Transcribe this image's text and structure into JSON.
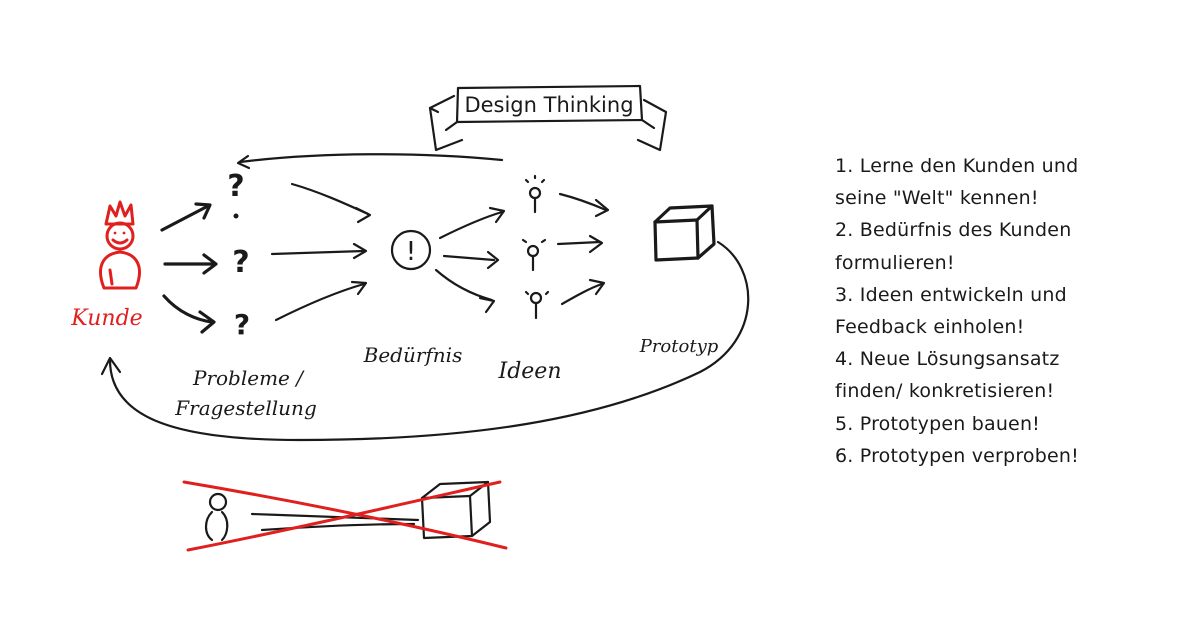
{
  "banner": {
    "title": "Design Thinking"
  },
  "diagram": {
    "customer_label": "Kunde",
    "problem_label_line1": "Probleme /",
    "problem_label_line2": "Fragestellung",
    "need_label": "Bedürfnis",
    "ideas_label": "Ideen",
    "prototype_label": "Prototyp",
    "question_mark": "?",
    "need_symbol": "!"
  },
  "steps": [
    "1. Lerne den Kunden und",
    "seine \"Welt\" kennen!",
    "2. Bedürfnis des Kunden",
    "formulieren!",
    "3. Ideen entwickeln und",
    "Feedback einholen!",
    "4. Neue Lösungsansatz",
    "finden/ konkretisieren!",
    "5. Prototypen bauen!",
    "6. Prototypen verproben!"
  ],
  "colors": {
    "ink": "#1a1a1a",
    "accent": "#e0201f"
  },
  "icons": [
    "king-icon",
    "lightbulb-icon",
    "cube-icon",
    "person-icon",
    "cross-out-icon",
    "banner-icon"
  ]
}
